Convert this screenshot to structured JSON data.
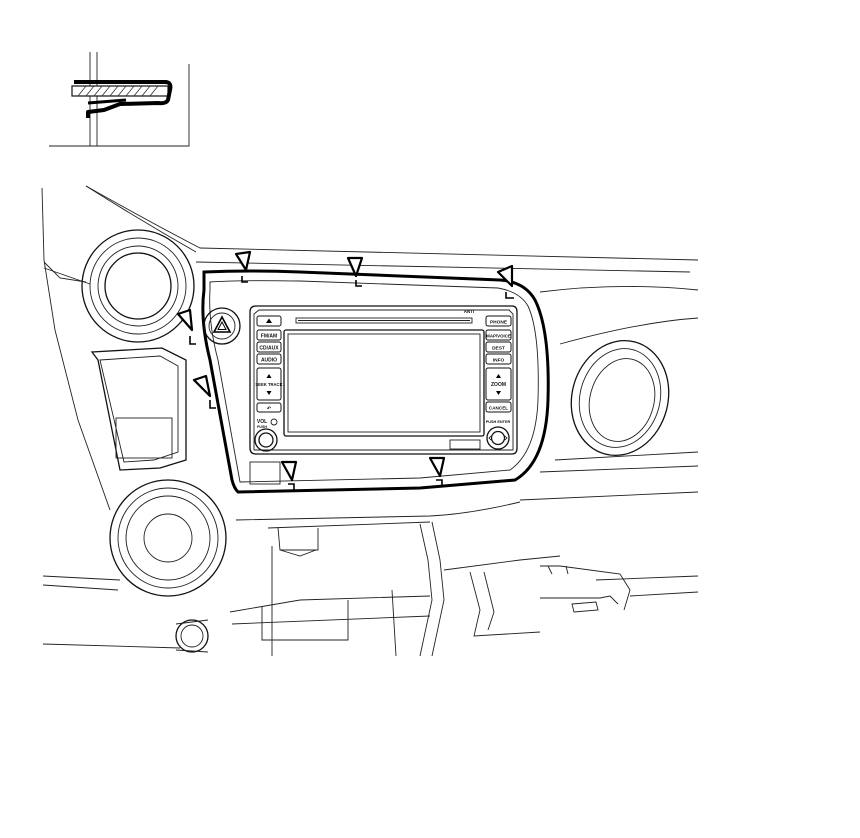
{
  "head_unit": {
    "top_right_label": "ANTI",
    "buttons_left": [
      "FM/AM",
      "CD/AUX",
      "AUDIO"
    ],
    "seek_track_label": "SEEK TRACK",
    "buttons_right": [
      "PHONE",
      "MAP/VOICE",
      "DEST",
      "INFO"
    ],
    "zoom_label": "ZOOM",
    "cancel_label": "CANCEL",
    "vol_label": "VOL",
    "push_label": "PUSH",
    "push_enter_label": "PUSH ENTER"
  }
}
